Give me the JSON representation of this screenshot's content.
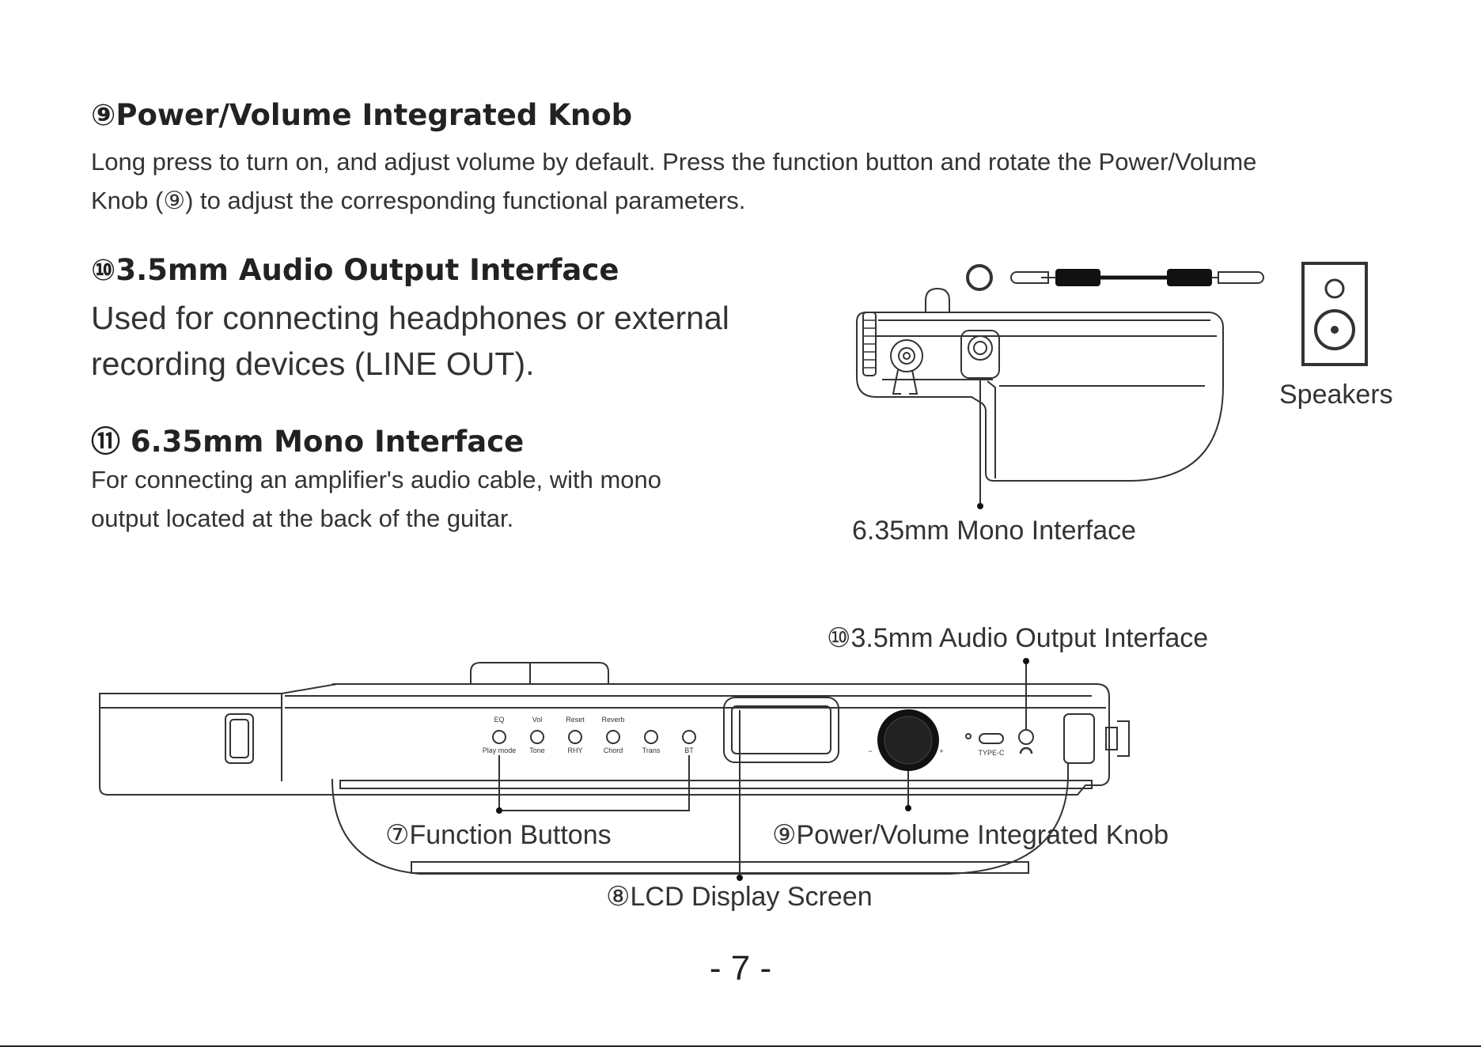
{
  "sections": [
    {
      "heading": "⑨Power/Volume Integrated Knob",
      "body_lines": [
        "Long press to turn on, and adjust volume by default. Press the function button and rotate the Power/Volume",
        "Knob (⑨) to adjust the corresponding functional parameters."
      ]
    },
    {
      "heading": "⑩3.5mm Audio Output Interface",
      "body_lines": [
        "Used for connecting headphones or external",
        "recording devices (LINE OUT)."
      ]
    },
    {
      "heading": "⑪ 6.35mm Mono Interface",
      "body_lines": [
        "For connecting an amplifier's audio cable, with mono",
        "output located at the back of the guitar."
      ]
    }
  ],
  "top_figure": {
    "speakers_label": "Speakers",
    "mono_label": "6.35mm Mono Interface",
    "speaker_icon": "speaker-icon",
    "cable_icon": "audio-cable-icon"
  },
  "bottom_figure": {
    "audio_out_label": "⑩3.5mm Audio Output Interface",
    "function_buttons_label": "⑦Function Buttons",
    "knob_label": "⑨Power/Volume Integrated Knob",
    "lcd_label": "⑧LCD Display Screen",
    "buttons_top": [
      "EQ",
      "Vol",
      "Reset",
      "Reverb"
    ],
    "buttons_bottom": [
      "Play mode",
      "Tone",
      "RHY",
      "Chord",
      "Trans",
      "BT"
    ],
    "minus": "−",
    "plus": "+",
    "port_label": "TYPE-C"
  },
  "page_number": "- 7 -"
}
